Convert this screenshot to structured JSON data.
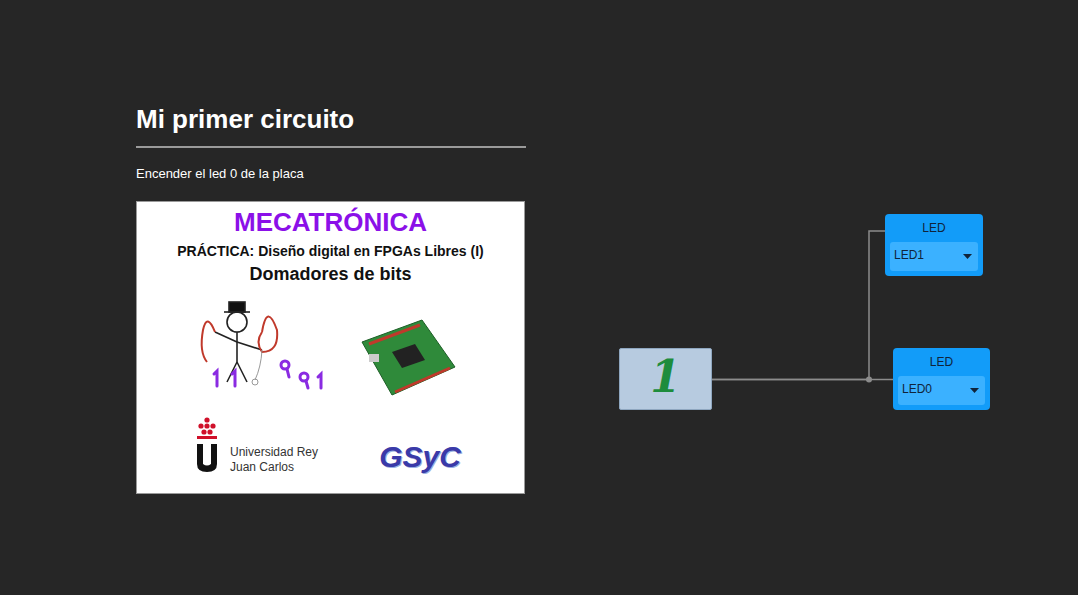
{
  "diagram": {
    "title": "Mi primer circuito",
    "nodes": [
      {
        "text": [
          "MECATRÓNICA",
          "PRÁCTICA: Diseño digital en FPGAs Libres (I)",
          "Domadores de bits",
          "Universidad Rey Juan Carlos",
          "GSyC"
        ]
      },
      {
        "text": [
          "1"
        ]
      },
      {
        "text": [
          "LED",
          "LED1"
        ]
      },
      {
        "text": [
          "LED",
          "LED0"
        ]
      }
    ],
    "edges": [
      {
        "from": 1,
        "to": 2,
        "arrow": "none"
      },
      {
        "from": 1,
        "to": 3,
        "arrow": "none"
      }
    ],
    "labels": [
      "Encender el led 0 de la placa"
    ]
  }
}
